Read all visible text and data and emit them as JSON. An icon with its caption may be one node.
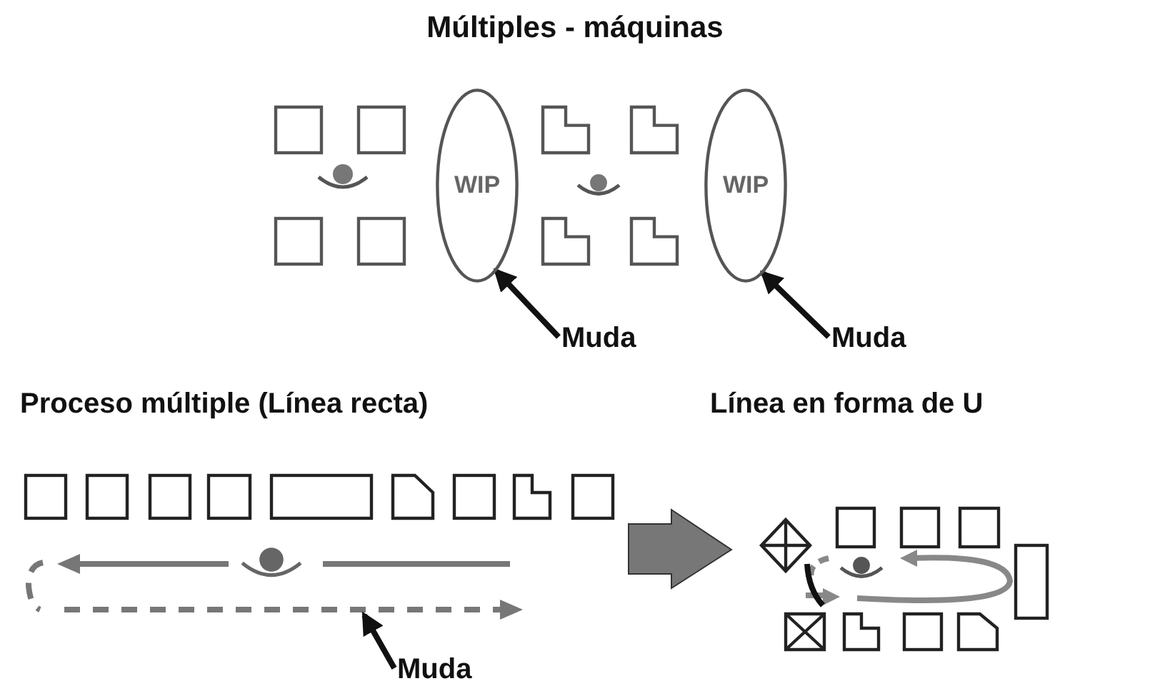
{
  "diagram": {
    "title": "Múltiples - máquinas",
    "nodes": [
      {
        "text": [
          "WIP"
        ]
      },
      {
        "text": [
          "WIP"
        ]
      },
      {
        "text": [
          "Muda"
        ]
      },
      {
        "text": [
          "Muda"
        ]
      },
      {
        "text": [
          "Muda"
        ]
      }
    ],
    "edges": [
      {
        "from": 2,
        "to": 0,
        "arrow": "to"
      },
      {
        "from": 3,
        "to": 1,
        "arrow": "to"
      },
      {
        "from": 4,
        "to": null,
        "arrow": "to"
      }
    ],
    "labels": [
      "Proceso múltiple (Línea recta)",
      "Línea en forma de U"
    ]
  }
}
